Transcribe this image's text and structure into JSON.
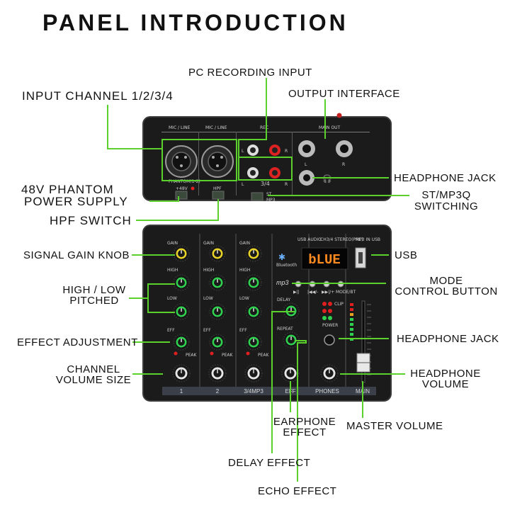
{
  "title": "PANEL INTRODUCTION",
  "labels": {
    "pc_recording_input": "PC RECORDING INPUT",
    "input_channel": "INPUT CHANNEL 1/2/3/4",
    "output_interface": "OUTPUT INTERFACE",
    "headphone_jack_top": "HEADPHONE JACK",
    "phantom_line1": "48V PHANTOM",
    "phantom_line2": "POWER SUPPLY",
    "st_mp3_line1": "ST/MP3Q",
    "st_mp3_line2": "SWITCHING",
    "hpf_switch": "HPF SWITCH",
    "signal_gain_knob": "SIGNAL GAIN KNOB",
    "usb": "USB",
    "mode_line1": "MODE",
    "mode_line2": "CONTROL BUTTON",
    "high_low_line1": "HIGH / LOW",
    "high_low_line2": "PITCHED",
    "effect_adjustment": "EFFECT ADJUSTMENT",
    "headphone_jack_mid": "HEADPHONE JACK",
    "channel_volume_line1": "CHANNEL",
    "channel_volume_line2": "VOLUME SIZE",
    "headphone_volume_line1": "HEADPHONE",
    "headphone_volume_line2": "VOLUME",
    "earphone_effect_line1": "EARPHONE",
    "earphone_effect_line2": "EFFECT",
    "master_volume": "MASTER VOLUME",
    "delay_effect": "DELAY EFFECT",
    "echo_effect": "ECHO EFFECT"
  },
  "device": {
    "mic_line_1": "MIC / LINE",
    "mic_line_2": "MIC / LINE",
    "rec": "REC",
    "main_out": "MAIN OUT",
    "l": "L",
    "r": "R",
    "ch34": "3/4",
    "phantom_small": "PHANTOM(1-2)",
    "btn_48v": "+48V",
    "btn_hpf": "HPF",
    "ch1_small": "1",
    "st_label": "ST",
    "mp3_label": "MP3",
    "gain": "GAIN",
    "high": "HIGH",
    "low": "LOW",
    "eff": "EFF",
    "peak": "PEAK",
    "delay": "DELAY",
    "repeat": "REPEAT",
    "usb_audio": "USB AUDIO",
    "ch34_stereo": "CH3/4 STEREO(PRE)",
    "mp3_in": "MP3 IN USB",
    "bluetooth": "Bluetooth",
    "mp3_badge": "mp3",
    "display": "bLUE",
    "power": "POWER",
    "clip": "CLIP",
    "bottom_labels": [
      "1",
      "2",
      "3/4MP3",
      "EFF",
      "PHONES",
      "MAIN"
    ],
    "mode_buttons": [
      "▶||",
      "|◀◀/-",
      "▶▶|/+",
      "MODE/BT"
    ]
  },
  "colors": {
    "accent_green": "#5ad12c",
    "knob_yellow": "#e8d32a",
    "knob_green": "#2fd14f",
    "display_orange": "#ff8a1f",
    "panel_dark": "#1c1c1c"
  }
}
